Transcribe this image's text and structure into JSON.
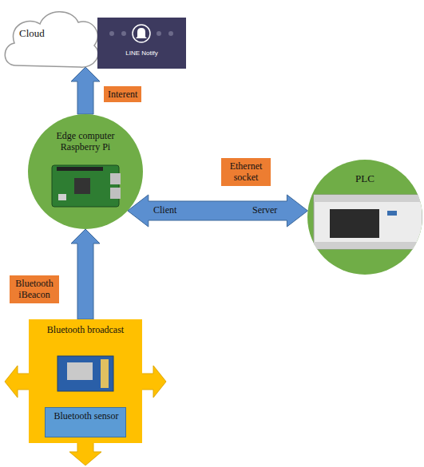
{
  "diagram": {
    "nodes": [
      {
        "text": [
          "Cloud"
        ]
      },
      {
        "text": [
          "LINE Notify"
        ]
      },
      {
        "text": [
          "Edge computer Raspberry Pi"
        ]
      },
      {
        "text": [
          "PLC"
        ]
      },
      {
        "text": [
          "Bluetooth broadcast"
        ]
      },
      {
        "text": [
          "Bluetooth sensor"
        ],
        "in": 4
      }
    ],
    "edges": [
      {
        "from": 2,
        "to": 0,
        "arrow": "to",
        "label": "Interent"
      },
      {
        "from": 2,
        "to": 3,
        "arrow": "both",
        "label": "Ethernet socket"
      },
      {
        "from": 4,
        "to": 2,
        "arrow": "to",
        "label": "Bluetooth iBeacon"
      }
    ],
    "labels": [
      "Client",
      "Server"
    ]
  }
}
